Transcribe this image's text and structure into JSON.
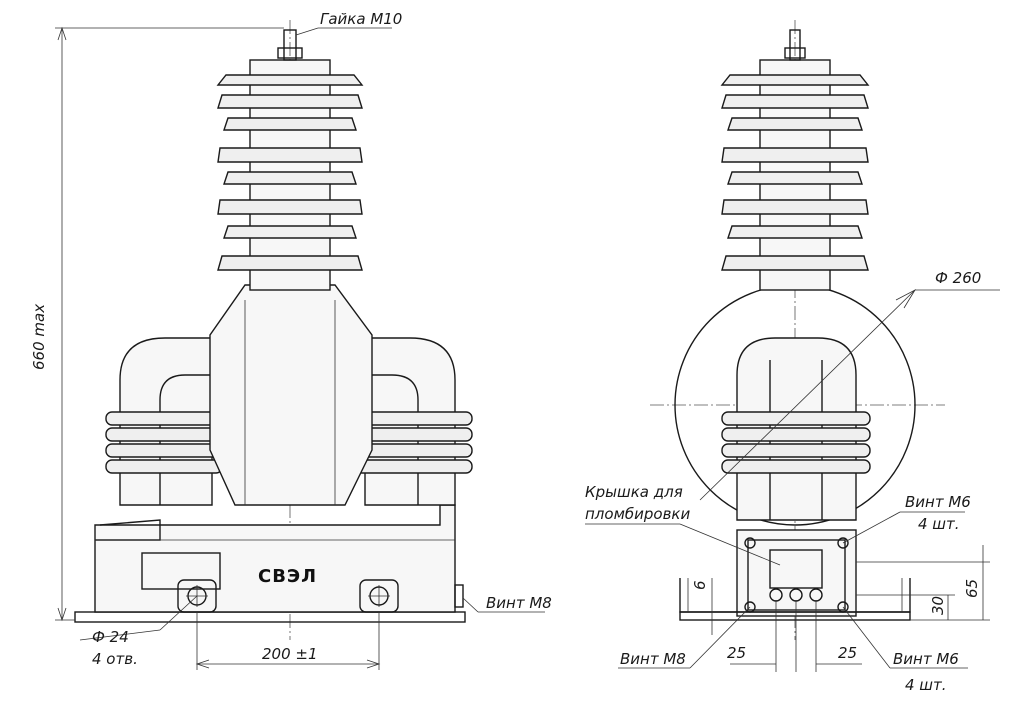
{
  "labels": {
    "nut": "Гайка М10",
    "height": "660 max",
    "hole_diameter": "Ф 24",
    "hole_count": "4 отв.",
    "spacing": "200 ±1",
    "screw_m8_left": "Винт М8",
    "logo": "СВЭЛ",
    "ring_diameter": "Ф 260",
    "cover_line1": "Крышка для",
    "cover_line2": "пломбировки",
    "screw_m6_top": "Винт М6",
    "screw_m6_top_qty": "4 шт.",
    "screw_m8_bottom": "Винт М8",
    "dim_25_left": "25",
    "dim_25_right": "25",
    "screw_m6_bottom": "Винт М6",
    "screw_m6_bottom_qty": "4 шт.",
    "dim_6": "6",
    "dim_30": "30",
    "dim_65": "65"
  }
}
